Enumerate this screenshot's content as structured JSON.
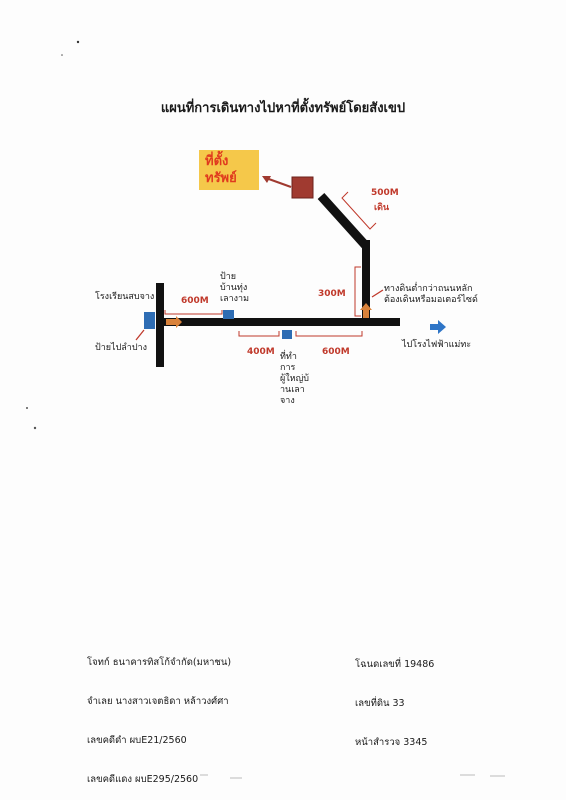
{
  "title": "แผนที่การเดินทางไปหาที่ตั้งทรัพย์โดยสังเขป",
  "property": {
    "line1": "ที่ตั้ง",
    "line2": "ทรัพย์"
  },
  "distances": {
    "walk": "500M",
    "walk_note": "เดิน",
    "vertical": "300M",
    "left": "600M",
    "middle": "400M",
    "right": "600M"
  },
  "places": {
    "school": "โรงเรียนสบจาง",
    "sign_lampang": "ป้ายไปลำปาง",
    "sign_village": [
      "ป้าย",
      "บ้านทุ่ง",
      "เลางาม"
    ],
    "office": [
      "ที่ทำ",
      "การ",
      "ผู้ใหญ่บ้",
      "านเลา",
      "จาง"
    ],
    "dirt_road": [
      "ทางดินต่ำกว่าถนนหลัก",
      "ต้องเดินหรือมอเตอร์ไซด์"
    ],
    "power_plant": "ไปโรงไฟฟ้าแม่ทะ"
  },
  "case_info": {
    "plaintiff": "โจทก์ ธนาคารทิสโก้จำกัด(มหาชน)",
    "defendant": "จำเลย นางสาวเจตธิดา หล้าวงศ์ศา",
    "black_case": "เลขคดีดำ ผบE21/2560",
    "red_case": "เลขคดีแดง ผบE295/2560"
  },
  "deed_info": {
    "deed_no": "โฉนดเลขที่ 19486",
    "land_no": "เลขที่ดิน 33",
    "survey_page": "หน้าสำรวจ 3345"
  },
  "colors": {
    "road": "#111111",
    "marker": "#2e6db4",
    "property_marker": "#a03a30",
    "arrow_orange": "#d9823b",
    "bracket": "#c0392b",
    "direction_arrow": "#2e75c7"
  }
}
